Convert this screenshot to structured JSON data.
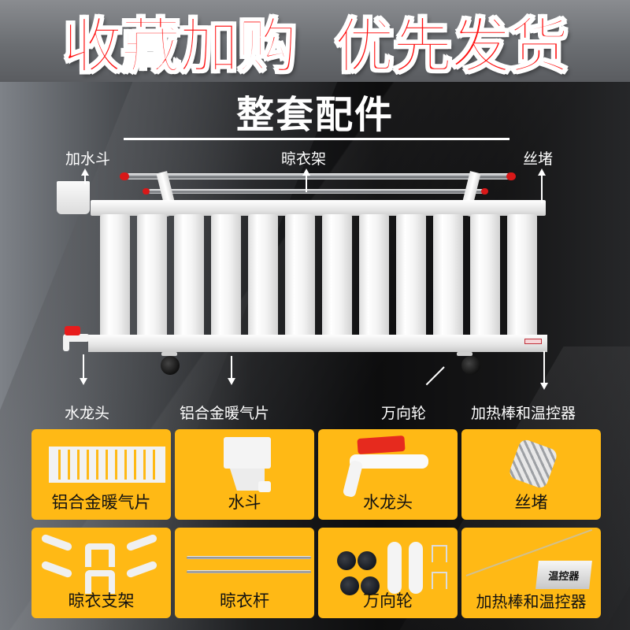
{
  "banner": {
    "text": "收藏加购  优先发货",
    "text_color": "#ff1010",
    "outline_color": "#ffffff"
  },
  "title": "整套配件",
  "diagram": {
    "callouts": {
      "funnel": "加水斗",
      "drying_rack": "晾衣架",
      "plug": "丝堵",
      "tap": "水龙头",
      "radiator_fin": "铝合金暖气片",
      "caster": "万向轮",
      "heater": "加热棒和温控器"
    }
  },
  "parts": [
    {
      "label": "铝合金暖气片",
      "icon": "radiator-panel-icon"
    },
    {
      "label": "水斗",
      "icon": "water-funnel-icon"
    },
    {
      "label": "水龙头",
      "icon": "water-tap-icon"
    },
    {
      "label": "丝堵",
      "icon": "threaded-plug-icon"
    },
    {
      "label": "晾衣支架",
      "icon": "drying-bracket-icon"
    },
    {
      "label": "晾衣杆",
      "icon": "drying-rod-icon"
    },
    {
      "label": "万向轮",
      "icon": "caster-wheel-icon"
    },
    {
      "label": "加热棒和温控器",
      "icon": "heater-thermostat-icon",
      "box_text": "温控器"
    }
  ],
  "colors": {
    "card_bg": "#ffb915",
    "accent_red": "#e81c1c",
    "text_light": "#ffffff",
    "text_dark": "#111111"
  }
}
